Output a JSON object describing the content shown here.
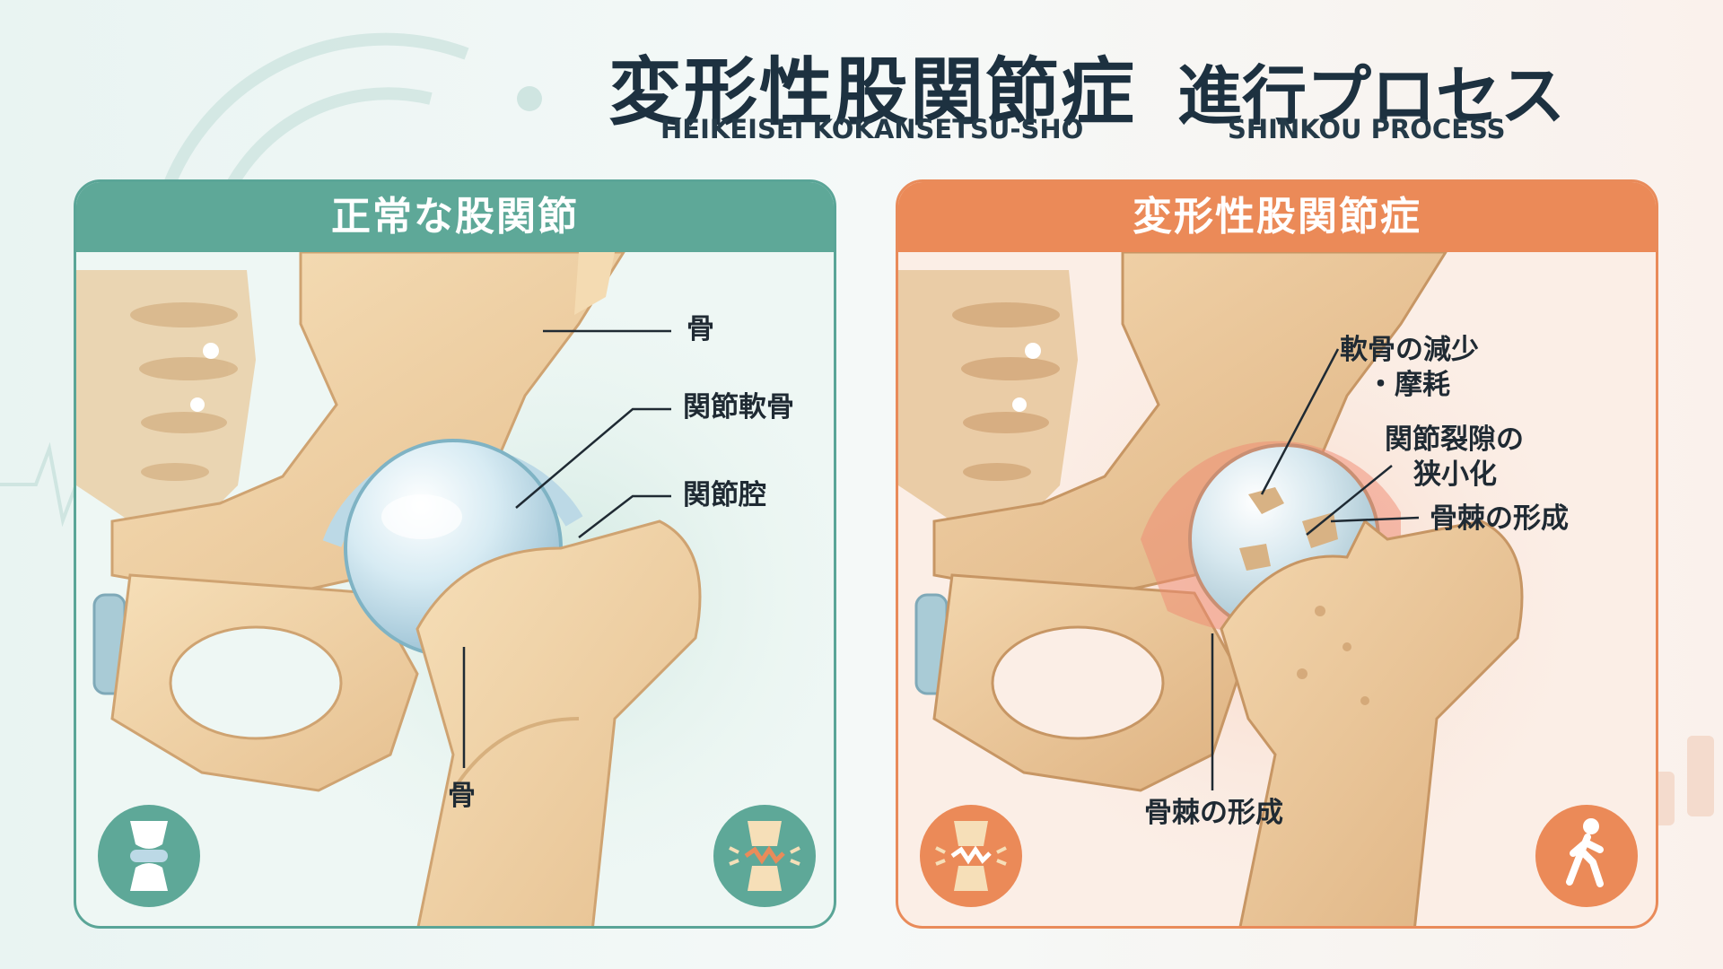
{
  "header": {
    "title_main": "変形性股関節症",
    "title_sub": "進行プロセス",
    "roman_main": "HEIKEISEI KOKANSETSU-SHO",
    "roman_sub": "SHINKOU PROCESS"
  },
  "left_panel": {
    "heading": "正常な股関節",
    "labels": {
      "bone_top": "骨",
      "cartilage": "関節軟骨",
      "cavity": "関節腔",
      "bone_bottom": "骨"
    },
    "icons": [
      "healthy-joint-icon",
      "painful-joint-icon"
    ]
  },
  "right_panel": {
    "heading": "変形性股関節症",
    "labels": {
      "cartilage_loss_1": "軟骨の減少",
      "cartilage_loss_2": "・摩耗",
      "space_narrow_1": "関節裂隙の",
      "space_narrow_2": "狭小化",
      "osteophyte_right": "骨棘の形成",
      "osteophyte_bottom": "骨棘の形成"
    },
    "icons": [
      "damaged-joint-icon",
      "walking-person-icon"
    ]
  },
  "colors": {
    "normal_accent": "#5ea898",
    "disease_accent": "#eb8a58",
    "bone": "#f1d4a8",
    "cartilage": "#bcd9e6",
    "title": "#1d3140"
  }
}
